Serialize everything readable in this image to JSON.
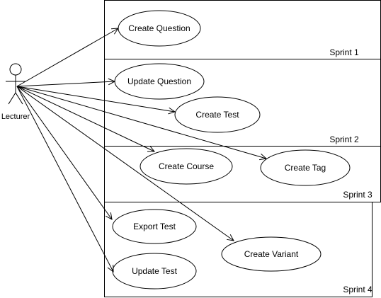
{
  "actor": {
    "name": "Lecturer"
  },
  "sprints": [
    {
      "label": "Sprint 1"
    },
    {
      "label": "Sprint 2"
    },
    {
      "label": "Sprint 3"
    },
    {
      "label": "Sprint 4"
    }
  ],
  "use_cases": [
    {
      "id": "create-question",
      "label": "Create Question",
      "sprint": "Sprint 1"
    },
    {
      "id": "update-question",
      "label": "Update Question",
      "sprint": "Sprint 2"
    },
    {
      "id": "create-test",
      "label": "Create Test",
      "sprint": "Sprint 2"
    },
    {
      "id": "create-course",
      "label": "Create Course",
      "sprint": "Sprint 3"
    },
    {
      "id": "create-tag",
      "label": "Create Tag",
      "sprint": "Sprint 3"
    },
    {
      "id": "export-test",
      "label": "Export Test",
      "sprint": "Sprint 4"
    },
    {
      "id": "create-variant",
      "label": "Create Variant",
      "sprint": "Sprint 4"
    },
    {
      "id": "update-test",
      "label": "Update Test",
      "sprint": "Sprint 4"
    }
  ],
  "associations": [
    {
      "from": "Lecturer",
      "to": "create-question"
    },
    {
      "from": "Lecturer",
      "to": "update-question"
    },
    {
      "from": "Lecturer",
      "to": "create-test"
    },
    {
      "from": "Lecturer",
      "to": "create-course"
    },
    {
      "from": "Lecturer",
      "to": "create-tag"
    },
    {
      "from": "Lecturer",
      "to": "export-test"
    },
    {
      "from": "Lecturer",
      "to": "create-variant"
    },
    {
      "from": "Lecturer",
      "to": "update-test"
    }
  ]
}
